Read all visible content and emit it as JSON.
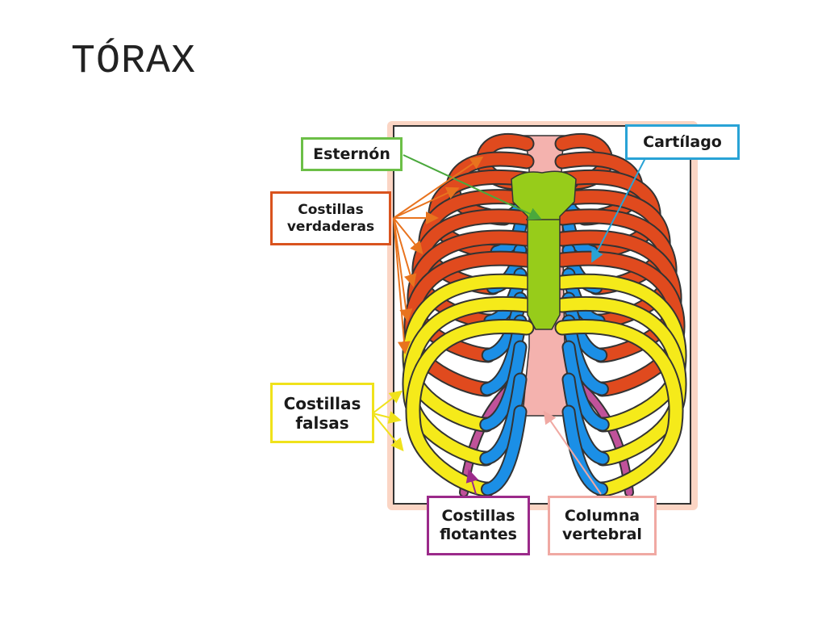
{
  "slide": {
    "title": "TÓRAX"
  },
  "diagram": {
    "labels": {
      "esternon": "Esternón",
      "cartilago": "Cartílago",
      "costillas_verdaderas": "Costillas\nverdaderas",
      "costillas_falsas": "Costillas\nfalsas",
      "costillas_flotantes": "Costillas\nflotantes",
      "columna_vertebral": "Columna\nvertebral"
    },
    "colors": {
      "true_ribs": "#e04a1e",
      "false_ribs": "#f5ea1a",
      "floating_ribs": "#c0529a",
      "cartilage": "#1b8fe6",
      "sternum": "#97cc1a",
      "spine": "#f4b2ae",
      "frame_shadow": "#f7c2a9",
      "esternon_border": "#6cbf47",
      "cartilago_border": "#29a3d6",
      "verdaderas_border": "#d9531e",
      "falsas_border": "#f0e21b",
      "flotantes_border": "#9b2a8a",
      "columna_border": "#f0a9a3"
    }
  }
}
